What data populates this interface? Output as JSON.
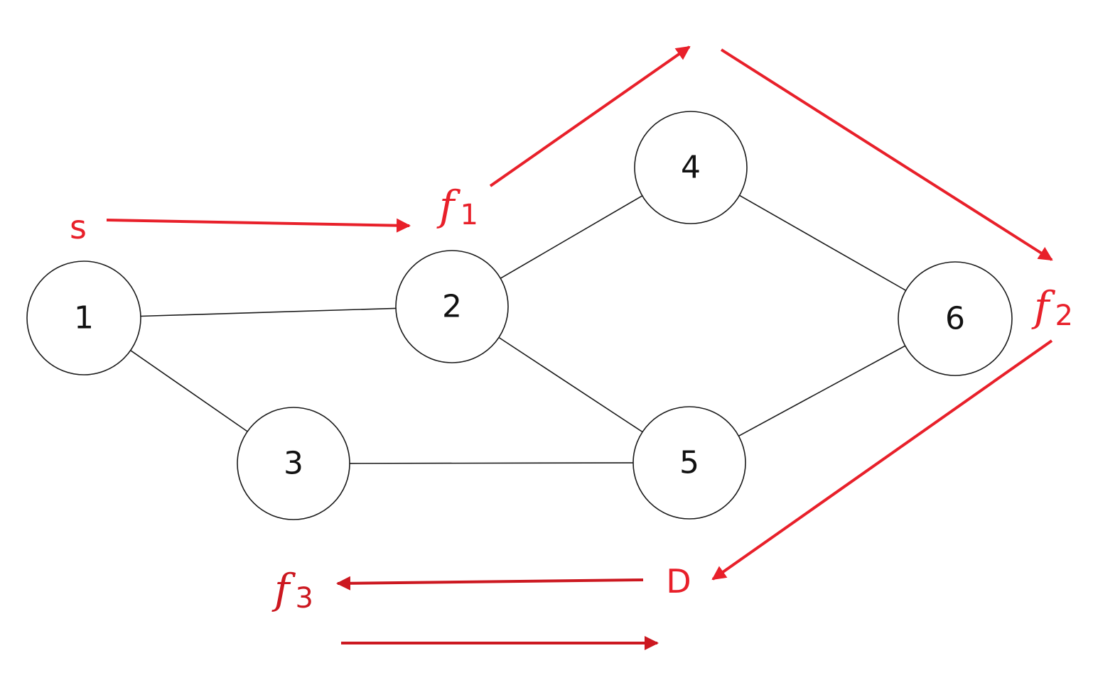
{
  "colors": {
    "node_stroke": "#1a1a1a",
    "edge": "#1a1a1a",
    "flow": "#e8202a",
    "flow_dark": "#cc1820"
  },
  "nodes": [
    {
      "id": "1",
      "label": "1"
    },
    {
      "id": "2",
      "label": "2"
    },
    {
      "id": "3",
      "label": "3"
    },
    {
      "id": "4",
      "label": "4"
    },
    {
      "id": "5",
      "label": "5"
    },
    {
      "id": "6",
      "label": "6"
    }
  ],
  "edges": [
    {
      "from": "1",
      "to": "2"
    },
    {
      "from": "1",
      "to": "3"
    },
    {
      "from": "2",
      "to": "4"
    },
    {
      "from": "2",
      "to": "5"
    },
    {
      "from": "3",
      "to": "5"
    },
    {
      "from": "4",
      "to": "6"
    },
    {
      "from": "5",
      "to": "6"
    }
  ],
  "flow_labels": {
    "s": "s",
    "f1_base": "f",
    "f1_sub": "1",
    "f2_base": "f",
    "f2_sub": "2",
    "f3_base": "f",
    "f3_sub": "3",
    "d": "D"
  }
}
